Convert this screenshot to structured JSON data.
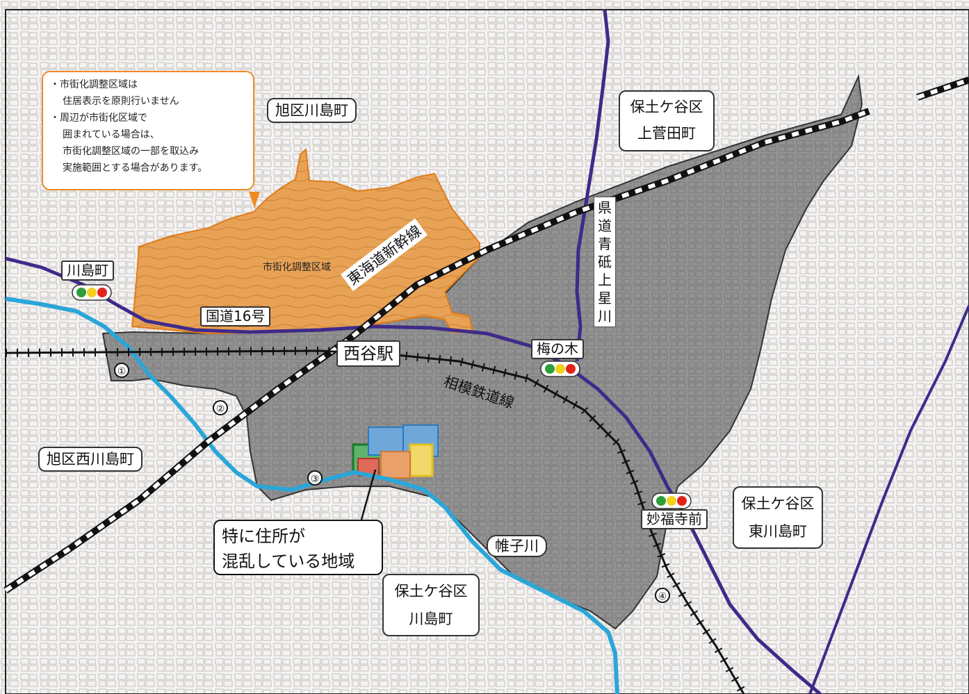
{
  "note": {
    "line1": "・市街化調整区域は",
    "line2": "住居表示を原則行いません",
    "line3": "・周辺が市街化区域で",
    "line4": "囲まれている場合は、",
    "line5": "市街化調整区域の一部を取込み",
    "line6": "実施範囲とする場合があります。"
  },
  "areas": {
    "kawashima_asahi": "旭区川島町",
    "nishikawashima": "旭区西川島町",
    "hodogaya_kamisugeta_1": "保土ケ谷区",
    "hodogaya_kamisugeta_2": "上菅田町",
    "hodogaya_higashi_1": "保土ケ谷区",
    "hodogaya_higashi_2": "東川島町",
    "hodogaya_kawashima_1": "保土ケ谷区",
    "hodogaya_kawashima_2": "川島町"
  },
  "landmarks": {
    "station": "西谷駅",
    "kawashimacho_signal": "川島町",
    "umenoki_signal": "梅の木",
    "myofukuji_signal": "妙福寺前",
    "route16": "国道16号",
    "shinkansen": "東海道新幹線",
    "sotetsu": "相模鉄道線",
    "river": "帷子川",
    "chosei_area": "市街化調整区域",
    "prefectural_road": [
      "県",
      "道",
      "青",
      "砥",
      "上",
      "星",
      "川"
    ]
  },
  "markers": [
    "①",
    "②",
    "③",
    "④"
  ],
  "callout": {
    "line1": "特に住所が",
    "line2": "混乱している地域"
  },
  "colors": {
    "implementation_area": "#8c8c8c",
    "chosei_area": "#e8a256",
    "note_border": "#f08a24",
    "road_major": "#3f2a8a",
    "river": "#2aa6d9",
    "rail": "#111111"
  }
}
